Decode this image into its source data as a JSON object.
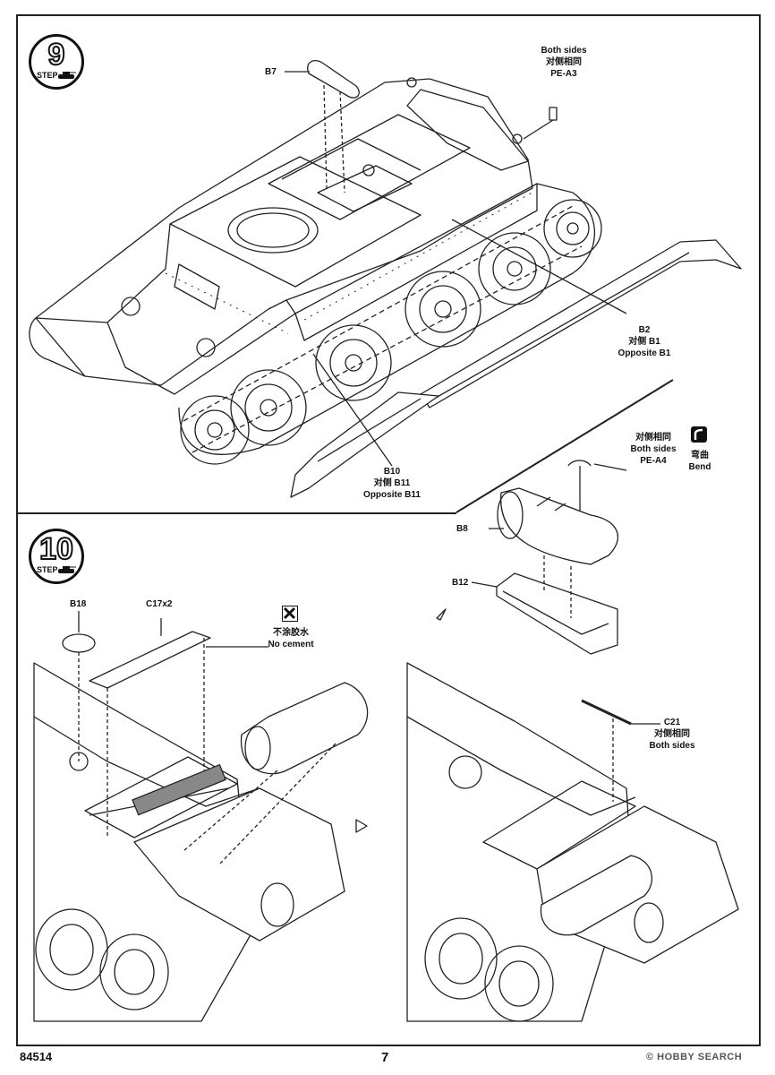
{
  "steps": [
    {
      "number": "9",
      "label": "STEP"
    },
    {
      "number": "10",
      "label": "STEP"
    }
  ],
  "step9": {
    "b7": "B7",
    "pe_a3": {
      "line1": "Both sides",
      "line2": "对侧相同",
      "line3": "PE-A3"
    },
    "b2": {
      "line1": "B2",
      "line2": "对侧 B1",
      "line3": "Opposite B1"
    },
    "b10": {
      "line1": "B10",
      "line2": "对侧 B11",
      "line3": "Opposite B11"
    }
  },
  "step10": {
    "pe_a4": {
      "line1": "对侧相同",
      "line2": "Both sides",
      "line3": "PE-A4"
    },
    "bend": {
      "line1": "弯曲",
      "line2": "Bend"
    },
    "b8": "B8",
    "b12": "B12",
    "b18": "B18",
    "c17": "C17x2",
    "no_cement": {
      "line1": "不涂胶水",
      "line2": "No cement"
    },
    "c21": {
      "line1": "C21",
      "line2": "对侧相同",
      "line3": "Both sides"
    }
  },
  "footer": {
    "code": "84514",
    "page": "7",
    "watermark": "© HOBBY SEARCH"
  }
}
